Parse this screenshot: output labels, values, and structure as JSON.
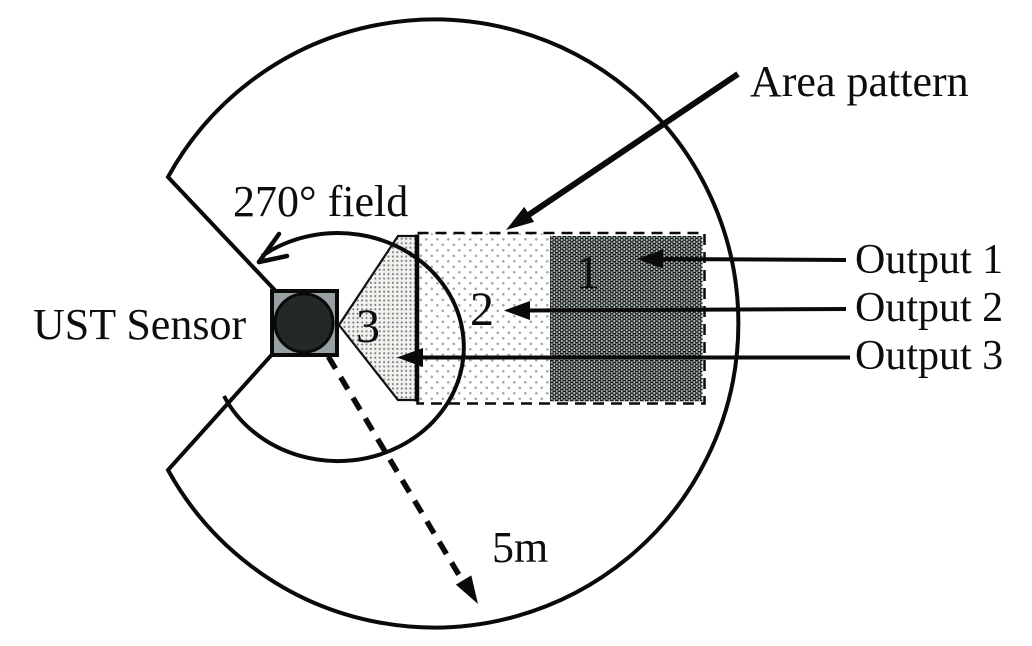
{
  "diagram": {
    "type": "sensor field-of-view diagram",
    "sensor_label": "UST Sensor",
    "field_label": "270° field",
    "area_pattern_label": "Area pattern",
    "range_label": "5m",
    "zones": [
      {
        "number": "1",
        "output_label": "Output 1",
        "pattern": "dark crosshatch weave"
      },
      {
        "number": "2",
        "output_label": "Output 2",
        "pattern": "light sparse dots"
      },
      {
        "number": "3",
        "output_label": "Output 3",
        "pattern": "dense gray stipple"
      }
    ],
    "colors": {
      "line": "#0a0a0a",
      "background": "#ffffff",
      "sensor_body": "#97a1a1",
      "sensor_lens": "#232828",
      "zone1_dark": "#141a1a",
      "zone1_light": "#c3c9c9",
      "zone2_dot": "#a3a8a8",
      "zone3_dot": "#6e7676",
      "zone3_bg": "#f1f1ee"
    }
  }
}
